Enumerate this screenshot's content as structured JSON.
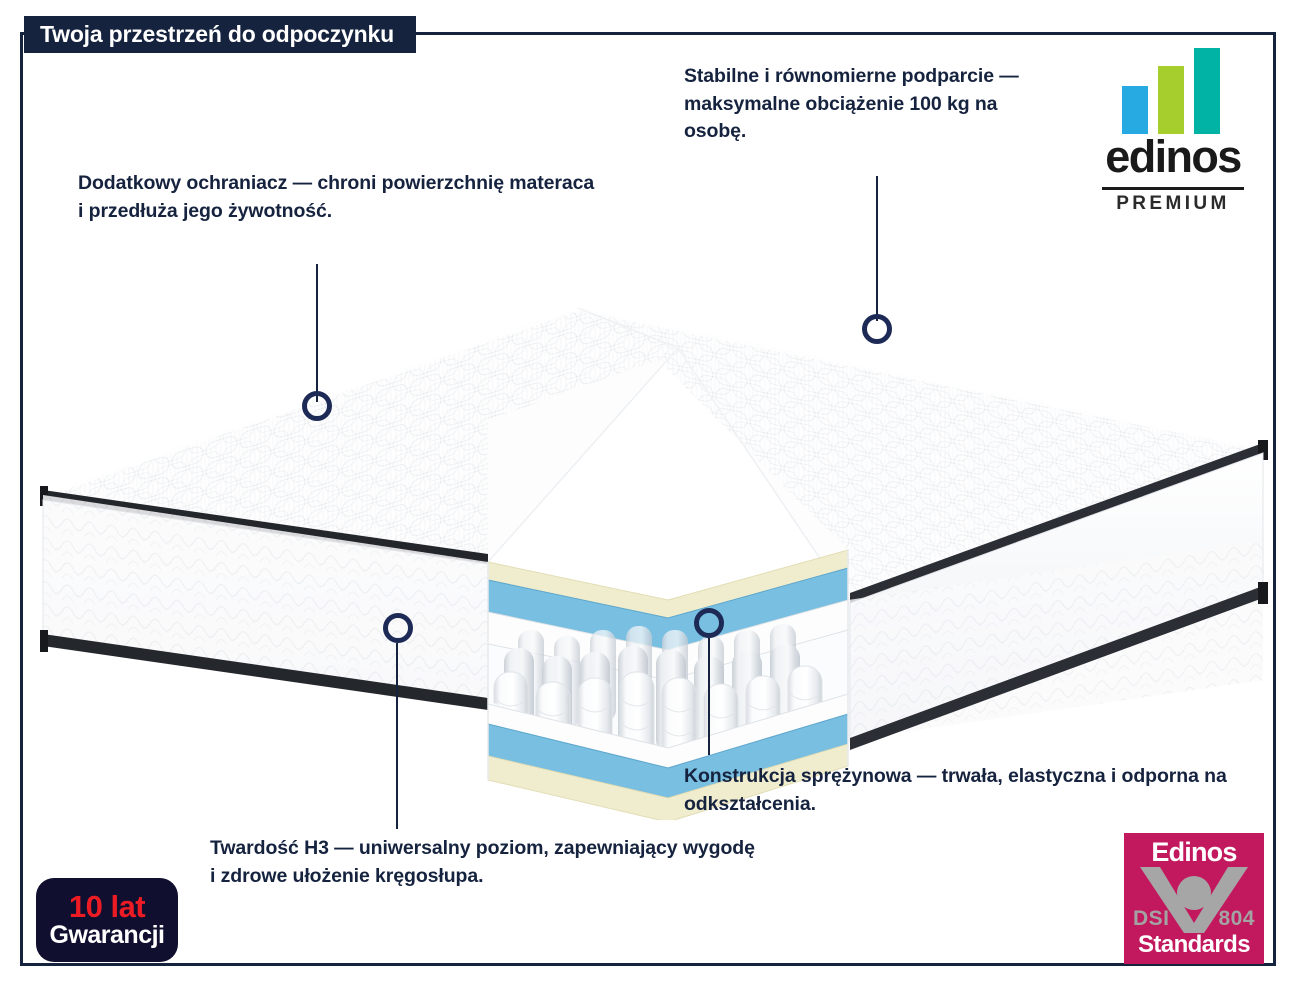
{
  "title_banner": {
    "text": "Twoja przestrzeń do odpoczynku"
  },
  "theme": {
    "navy": "#16233f",
    "marker_navy": "#1d2a56",
    "badge_navy": "#100f30",
    "warranty_red": "#ed1c24",
    "dsi_magenta": "#c2195e",
    "logo_blue": "#27a9e1",
    "logo_green": "#a6ce2d",
    "logo_teal": "#00b3a4",
    "foam_blue": "#7fc2e4",
    "foam_cream": "#efeccd"
  },
  "callouts": [
    {
      "id": "protector",
      "text": "Dodatkowy ochraniacz — chroni powierzchnię materaca i przedłuża jego żywotność."
    },
    {
      "id": "support",
      "text": "Stabilne i równomierne podparcie — maksymalne obciążenie 100 kg na osobę."
    },
    {
      "id": "springs",
      "text": "Konstrukcja sprężynowa — trwała, elastyczna i odporna na odkształcenia."
    },
    {
      "id": "firmness",
      "text": "Twardość H3 — uniwersalny poziom, zapewniający wygodę i zdrowe ułożenie kręgosłupa."
    }
  ],
  "logo_premium": {
    "wordmark": "edinos",
    "subtitle": "PREMIUM"
  },
  "warranty_badge": {
    "years": "10 lat",
    "label": "Gwarancji"
  },
  "dsi_badge": {
    "brand": "Edinos",
    "code_left": "DSI",
    "code_right": "804",
    "label": "Standards"
  }
}
